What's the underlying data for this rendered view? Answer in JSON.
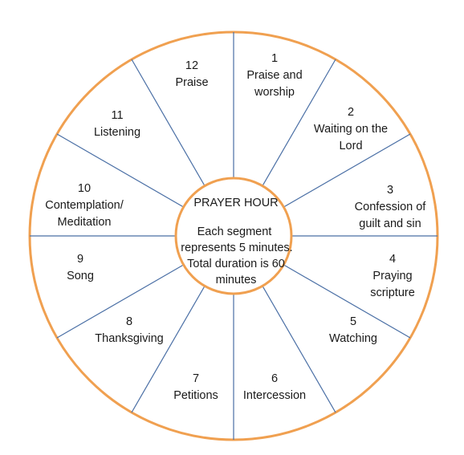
{
  "colors": {
    "ring": "#f0a050",
    "spoke": "#4a6fa5",
    "text": "#1a1a1a",
    "background": "#ffffff"
  },
  "hub": {
    "title": "PRAYER HOUR",
    "lines": [
      "Each segment",
      "represents 5 minutes.",
      "Total duration is 60",
      "minutes"
    ]
  },
  "segments": [
    {
      "number": "1",
      "label": [
        "Praise and",
        "worship"
      ]
    },
    {
      "number": "2",
      "label": [
        "Waiting on the",
        "Lord"
      ]
    },
    {
      "number": "3",
      "label": [
        "Confession of",
        "guilt and sin"
      ]
    },
    {
      "number": "4",
      "label": [
        "Praying",
        "scripture"
      ]
    },
    {
      "number": "5",
      "label": [
        "Watching"
      ]
    },
    {
      "number": "6",
      "label": [
        "Intercession"
      ]
    },
    {
      "number": "7",
      "label": [
        "Petitions"
      ]
    },
    {
      "number": "8",
      "label": [
        "Thanksgiving"
      ]
    },
    {
      "number": "9",
      "label": [
        "Song"
      ]
    },
    {
      "number": "10",
      "label": [
        "Contemplation/",
        "Meditation"
      ]
    },
    {
      "number": "11",
      "label": [
        "Listening"
      ]
    },
    {
      "number": "12",
      "label": [
        "Praise"
      ]
    }
  ]
}
